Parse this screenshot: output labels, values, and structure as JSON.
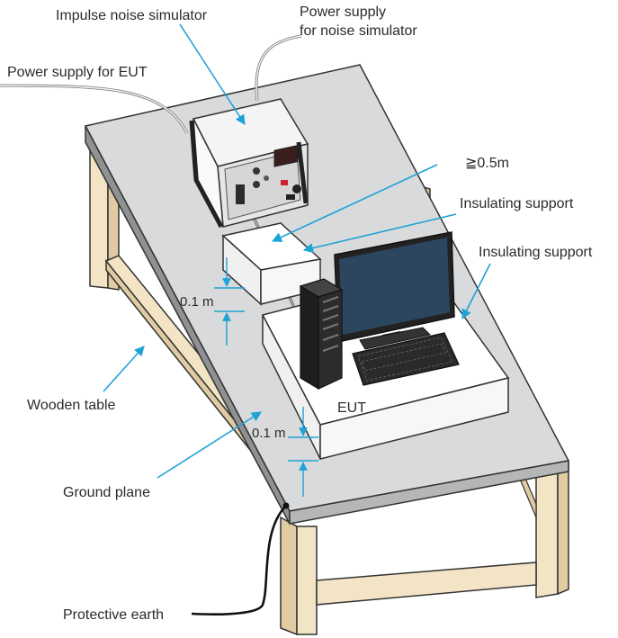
{
  "labels": {
    "impulse_noise_simulator": "Impulse noise simulator",
    "power_supply_noise_line1": "Power supply",
    "power_supply_noise_line2": "for noise simulator",
    "power_supply_eut": "Power supply for EUT",
    "distance": "≧0.5m",
    "insulating_support_1": "Insulating support",
    "insulating_support_2": "Insulating support",
    "height_1": "0.1 m",
    "height_2": "0.1 m",
    "eut": "EUT",
    "wooden_table": "Wooden table",
    "ground_plane": "Ground plane",
    "protective_earth": "Protective earth"
  },
  "colors": {
    "leader": "#1ea3d6",
    "table_top": "#d9dadb",
    "wood": "#f3e4c6",
    "monitor_screen": "#2d4660"
  }
}
